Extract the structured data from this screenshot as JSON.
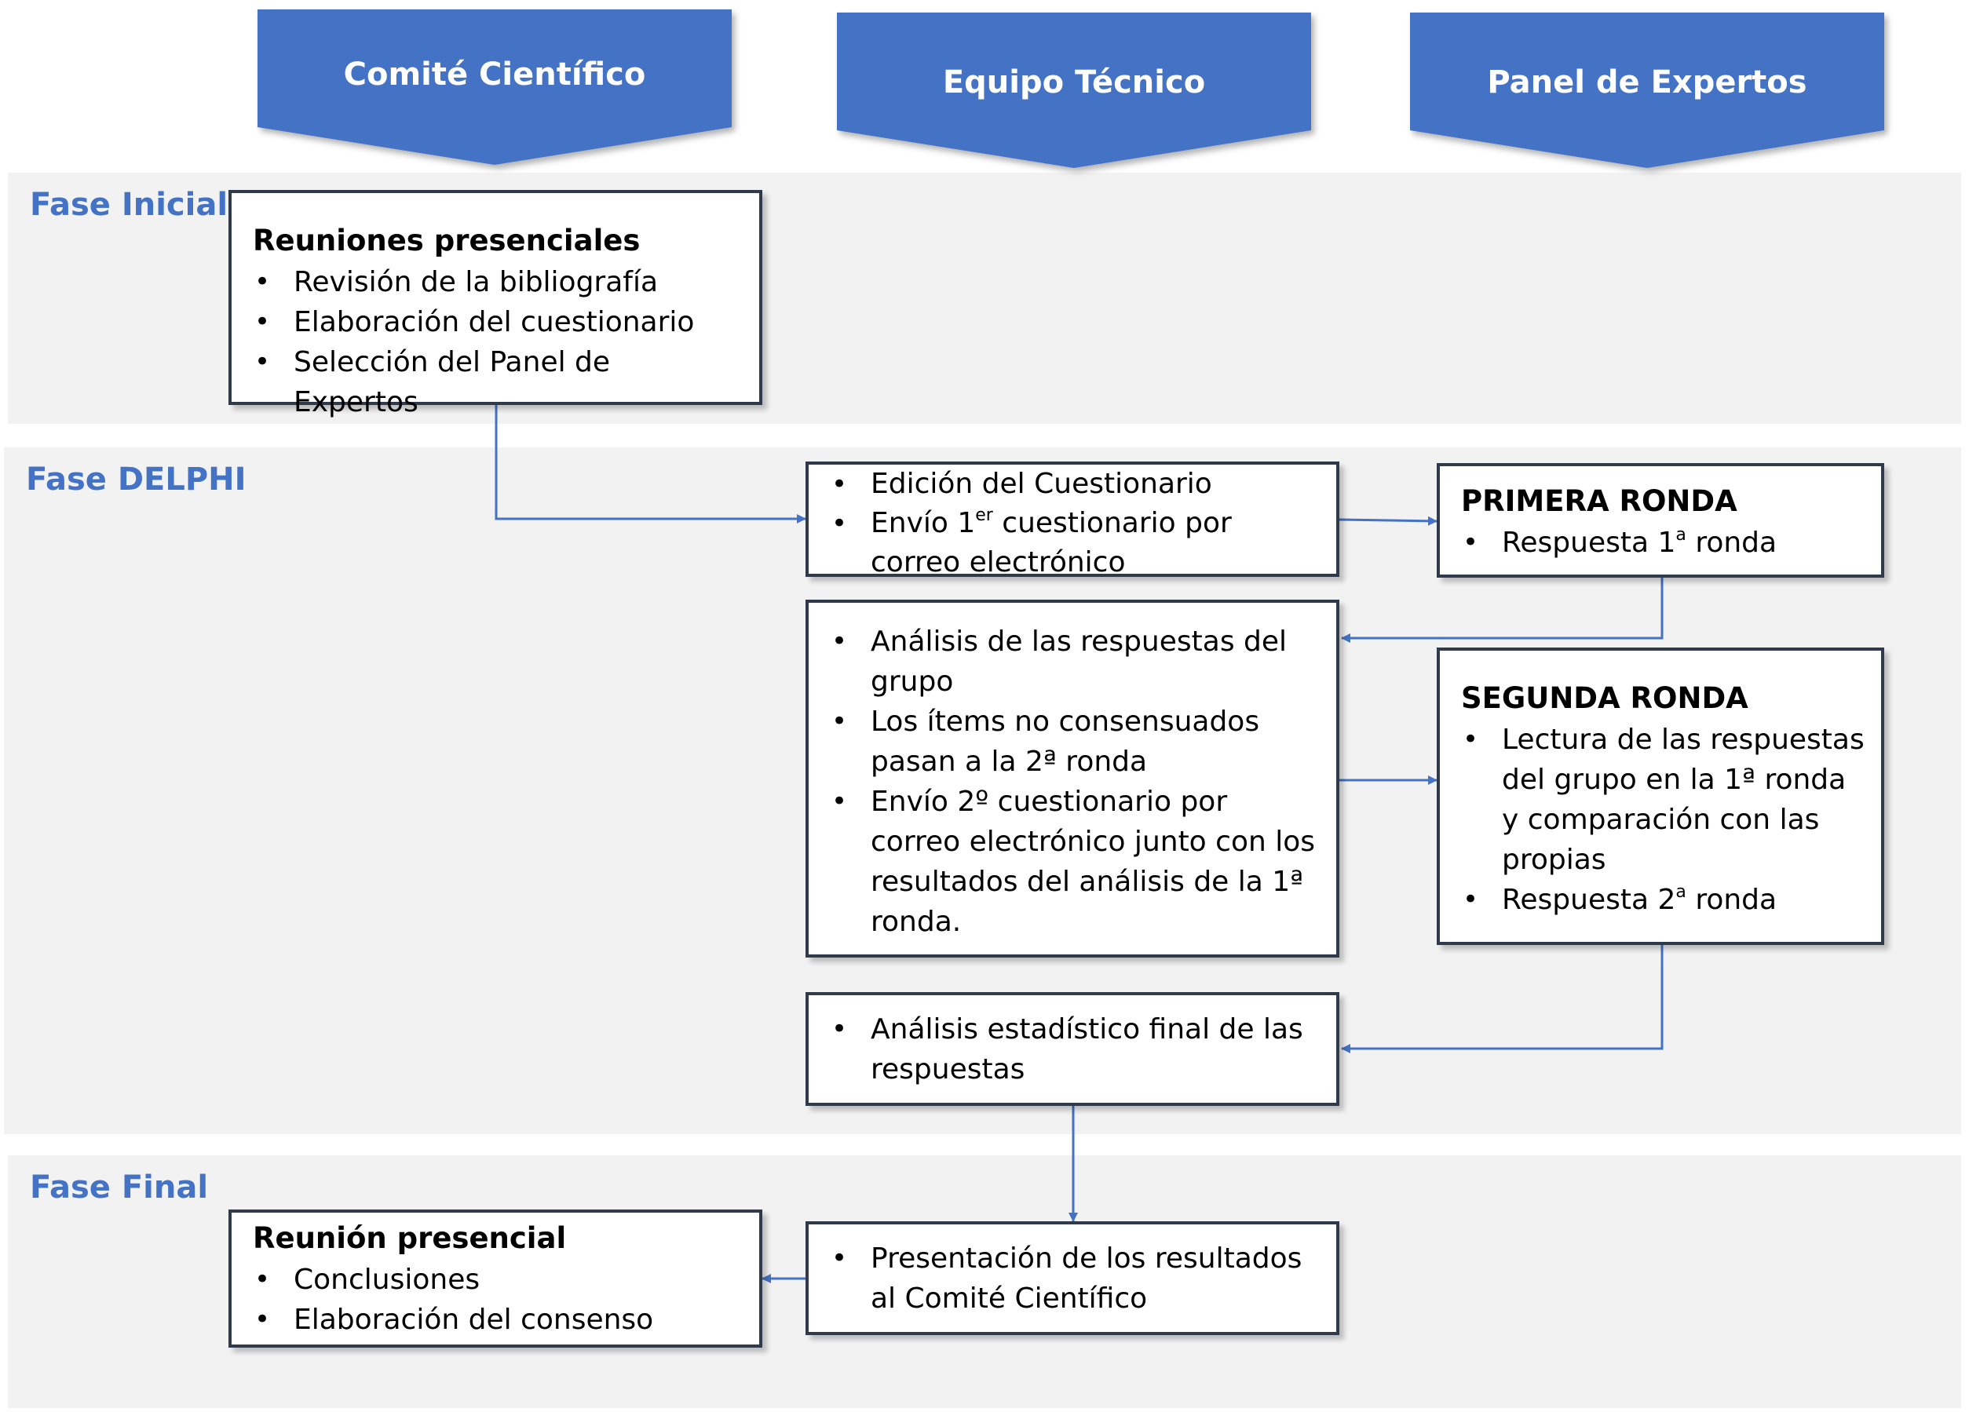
{
  "lanes": [
    {
      "title": "Comité Científico"
    },
    {
      "title": "Equipo Técnico"
    },
    {
      "title": "Panel de Expertos"
    }
  ],
  "phases": {
    "initial": "Fase Inicial",
    "delphi": "Fase DELPHI",
    "final": "Fase Final"
  },
  "boxes": {
    "reuniones": {
      "title": "Reuniones presenciales",
      "items": [
        "Revisión de la bibliografía",
        "Elaboración del cuestionario",
        "Selección del Panel de Expertos"
      ]
    },
    "edicion": {
      "items": [
        "Edición del Cuestionario",
        "Envío 1",
        "er",
        " cuestionario por correo electrónico"
      ]
    },
    "primera": {
      "title": "PRIMERA RONDA",
      "items": [
        "Respuesta 1",
        "a",
        " ronda"
      ]
    },
    "analisis": {
      "items": [
        "Análisis de las respuestas del grupo",
        "Los ítems no consensuados pasan a la 2ª ronda",
        "Envío 2º cuestionario por correo electrónico junto con los resultados del análisis de la 1ª ronda."
      ]
    },
    "segunda": {
      "title": "SEGUNDA RONDA",
      "items": [
        "Lectura de las respuestas del grupo en la 1ª ronda y comparación con las propias",
        "Respuesta 2",
        "a",
        " ronda"
      ]
    },
    "estadistico": {
      "items": [
        "Análisis estadístico final de las respuestas"
      ]
    },
    "presentacion": {
      "items": [
        "Presentación de los resultados al Comité Científico"
      ]
    },
    "reunion_final": {
      "title": "Reunión presencial",
      "items": [
        "Conclusiones",
        "Elaboración del consenso"
      ]
    }
  },
  "colors": {
    "header_fill": "#4472c4",
    "phase_label": "#4472c4",
    "band_fill": "#f2f2f2",
    "arrow": "#4472c4",
    "box_border": "#2f3a4a"
  }
}
